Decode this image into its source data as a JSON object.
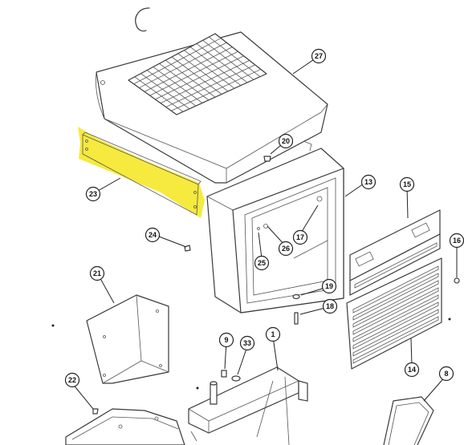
{
  "highlight": {
    "color": "#f5e61c",
    "highlighted_part": "23"
  },
  "callouts": [
    {
      "id": "c27",
      "label": "27"
    },
    {
      "id": "c20",
      "label": "20"
    },
    {
      "id": "c23",
      "label": "23"
    },
    {
      "id": "c13",
      "label": "13"
    },
    {
      "id": "c15",
      "label": "15"
    },
    {
      "id": "c24",
      "label": "24"
    },
    {
      "id": "c17",
      "label": "17"
    },
    {
      "id": "c25",
      "label": "25"
    },
    {
      "id": "c26",
      "label": "26"
    },
    {
      "id": "c16",
      "label": "16"
    },
    {
      "id": "c21",
      "label": "21"
    },
    {
      "id": "c19",
      "label": "19"
    },
    {
      "id": "c18",
      "label": "18"
    },
    {
      "id": "c9",
      "label": "9"
    },
    {
      "id": "c33",
      "label": "33"
    },
    {
      "id": "c1",
      "label": "1"
    },
    {
      "id": "c14",
      "label": "14"
    },
    {
      "id": "c22",
      "label": "22"
    },
    {
      "id": "c8",
      "label": "8"
    }
  ]
}
